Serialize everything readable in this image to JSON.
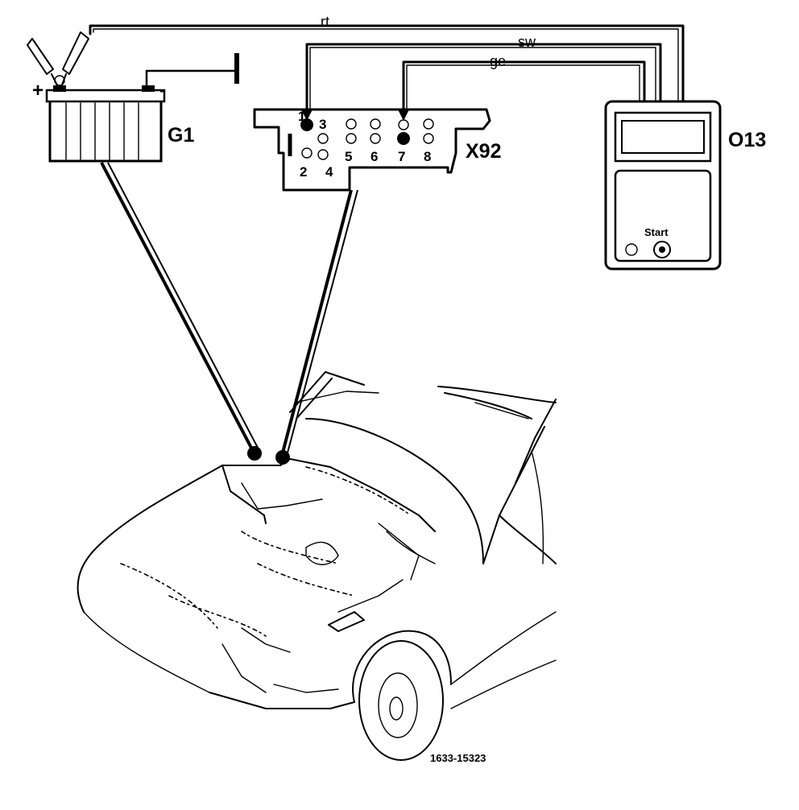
{
  "labels": {
    "battery": "G1",
    "plus": "+",
    "minus": "-",
    "connector": "X92",
    "tester": "O13",
    "start": "Start",
    "figure_id": "1633-15323"
  },
  "wires": {
    "red": "rt",
    "black": "sw",
    "yellow": "ge"
  },
  "pins": [
    "1",
    "2",
    "3",
    "4",
    "5",
    "6",
    "7",
    "8"
  ]
}
